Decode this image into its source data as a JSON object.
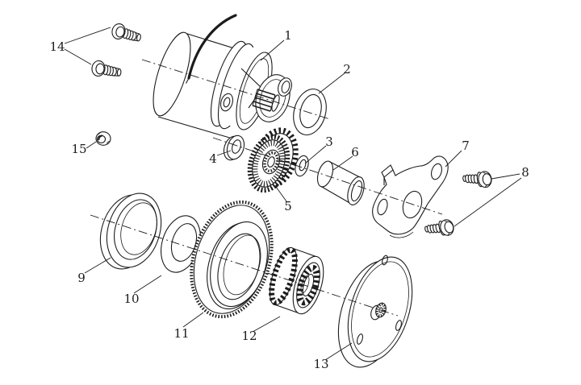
{
  "colors": {
    "background": "#ffffff",
    "line": "#1c1c1c"
  },
  "callouts": {
    "labels": [
      "1",
      "2",
      "3",
      "4",
      "5",
      "6",
      "7",
      "8",
      "9",
      "10",
      "11",
      "12",
      "13",
      "14",
      "15"
    ]
  }
}
